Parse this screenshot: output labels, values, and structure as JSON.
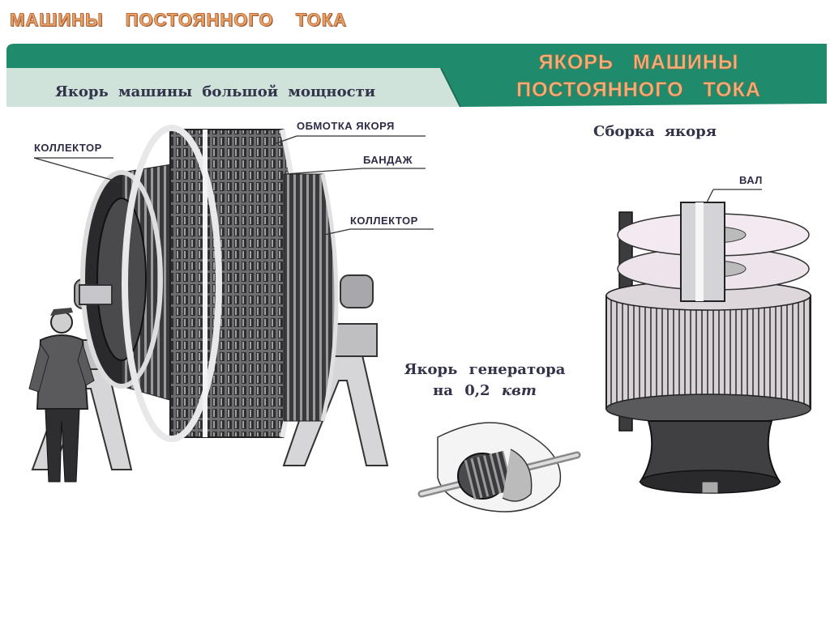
{
  "header": {
    "slide_title": "МАШИНЫ ПОСТОЯННОГО ТОКА",
    "banner_line1": "ЯКОРЬ МАШИНЫ",
    "banner_line2": "ПОСТОЯННОГО ТОКА"
  },
  "left_panel": {
    "title": "Якорь машины большой мощности",
    "labels": {
      "collector_left": "КОЛЛЕКТОР",
      "winding": "ОБМОТКА ЯКОРЯ",
      "bandage": "БАНДАЖ",
      "collector_right": "КОЛЛЕКТОР"
    }
  },
  "middle_panel": {
    "caption_line1": "Якорь генератора",
    "caption_prefix": "на 0,2",
    "caption_unit": "квт"
  },
  "right_panel": {
    "title": "Сборка якоря",
    "label_shaft": "ВАЛ"
  },
  "colors": {
    "banner_green": "#1f8a6c",
    "banner_light": "#cfe3db",
    "title_orange": "#e9a66a",
    "ink": "#33334a"
  }
}
